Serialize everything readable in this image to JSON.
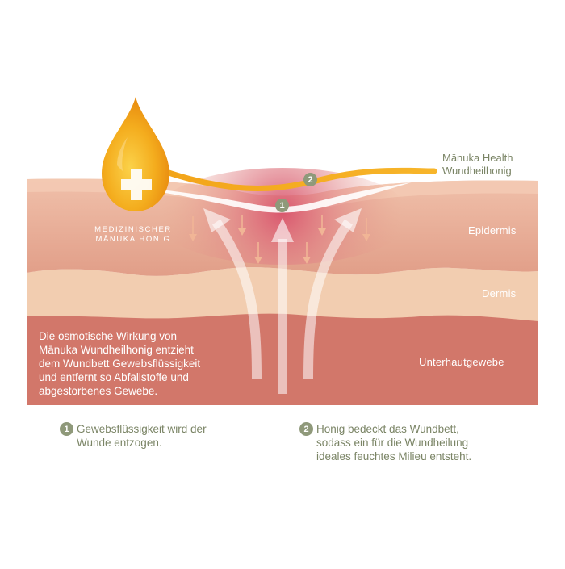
{
  "product": {
    "line1": "Mānuka Health",
    "line2": "Wundheilhonig"
  },
  "drop": {
    "line1": "MEDIZINISCHER",
    "line2": "MĀNUKA HONIG"
  },
  "layers": {
    "epidermis": "Epidermis",
    "dermis": "Dermis",
    "subcutis": "Unterhautgewebe"
  },
  "description": {
    "line1": "Die osmotische Wirkung von",
    "line2": "Mānuka Wundheilhonig entzieht",
    "line3": "dem Wundbett Gewebsflüssigkeit",
    "line4": "und entfernt so Abfallstoffe und",
    "line5": "abgestorbenes Gewebe."
  },
  "markers": {
    "one": "1",
    "two": "2"
  },
  "steps": [
    {
      "number": "1",
      "line1": "Gewebsflüssigkeit wird der",
      "line2": "Wunde entzogen.",
      "line3": ""
    },
    {
      "number": "2",
      "line1": "Honig bedeckt das Wundbett,",
      "line2": "sodass ein für die Wundheilung",
      "line3": "ideales feuchtes Milieu entsteht."
    }
  ],
  "colors": {
    "epidermis": "#e7a48e",
    "dermis": "#f2cdb0",
    "subcutis": "#d2776a",
    "honey": "#f1a51c",
    "badge": "#8f997a",
    "text_green": "#7a8465"
  }
}
